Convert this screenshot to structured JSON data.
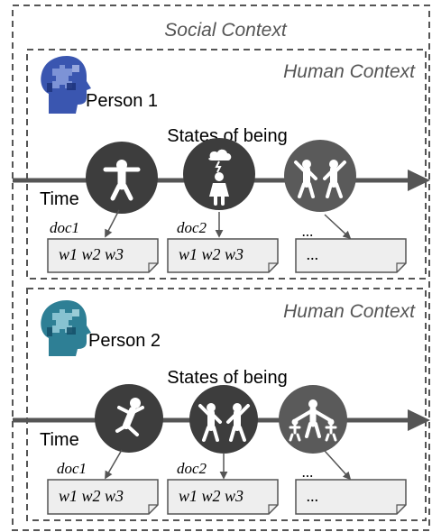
{
  "social_context": {
    "label": "Social Context"
  },
  "persons": [
    {
      "context_label": "Human Context",
      "name": "Person 1",
      "states_label": "States of being",
      "time_label": "Time",
      "head_icon": "puzzle-head-blue-icon",
      "state_icons": [
        "person-arms-wide-icon",
        "person-thinking-storm-icon",
        "two-people-waving-icon"
      ],
      "docs": [
        {
          "label": "doc1",
          "content": "w1 w2 w3"
        },
        {
          "label": "doc2",
          "content": "w1 w2 w3"
        },
        {
          "label": "...",
          "content": "..."
        }
      ]
    },
    {
      "context_label": "Human Context",
      "name": "Person 2",
      "states_label": "States of being",
      "time_label": "Time",
      "head_icon": "puzzle-head-teal-icon",
      "state_icons": [
        "person-jumping-icon",
        "two-people-waving-icon",
        "family-group-icon"
      ],
      "docs": [
        {
          "label": "doc1",
          "content": "w1 w2 w3"
        },
        {
          "label": "doc2",
          "content": "w1 w2 w3"
        },
        {
          "label": "...",
          "content": "..."
        }
      ]
    }
  ],
  "colors": {
    "frame": "#555555",
    "timeline": "#555555",
    "circle": "#3d3d3d",
    "circle_light": "#5a5a5a",
    "doc_fill": "#eeeeee",
    "head_blue": "#3a56b0",
    "head_teal": "#2e7f95"
  }
}
